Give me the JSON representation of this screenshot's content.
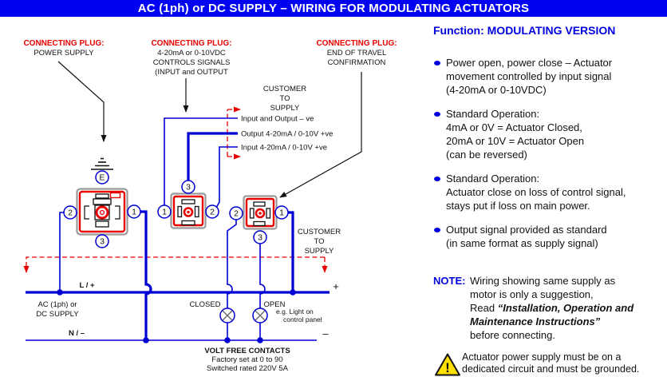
{
  "title_bar": {
    "text": "AC (1ph) or DC SUPPLY – WIRING FOR MODULATING ACTUATORS"
  },
  "colors": {
    "title_bar_blue": "#0202f2",
    "wire_blue": "#0000d4",
    "label_red": "#e60000",
    "heading_blue": "#0000e0",
    "warning_yellow": "#ffe000"
  },
  "diagram": {
    "plug_labels": {
      "power": {
        "heading": "CONNECTING PLUG:",
        "line1": "POWER SUPPLY"
      },
      "controls": {
        "heading": "CONNECTING PLUG:",
        "line1": "4-20mA or 0-10VDC",
        "line2": "CONTROLS SIGNALS",
        "line3": "(INPUT and OUTPUT"
      },
      "end_of_travel": {
        "heading": "CONNECTING PLUG:",
        "line1": "END OF TRAVEL",
        "line2": "CONFIRMATION"
      }
    },
    "customer_top": {
      "line1": "CUSTOMER",
      "line2": "TO",
      "line3": "SUPPLY"
    },
    "customer_right": {
      "line1": "CUSTOMER",
      "line2": "TO",
      "line3": "SUPPLY"
    },
    "signal_lines": {
      "neg": "Input and Output – ve",
      "output": "Output 4-20mA / 0-10V +ve",
      "input": "Input 4-20mA / 0-10V +ve"
    },
    "terminals": {
      "p1_top": "E",
      "p1_left": "2",
      "p1_right": "1",
      "p1_bottom": "3",
      "p2_left": "1",
      "p2_right": "2",
      "p2_top": "3",
      "p3_left": "2",
      "p3_right": "1",
      "p3_bottom": "3"
    },
    "supply": {
      "line_l": "L / +",
      "line_n": "N / –",
      "source_line1": "AC (1ph) or",
      "source_line2": "DC SUPPLY",
      "plus": "+",
      "minus": "–"
    },
    "contacts": {
      "closed": "CLOSED",
      "open": "OPEN",
      "hint_line1": "e.g. Light on",
      "hint_line2": "control panel",
      "footer_line1": "VOLT FREE CONTACTS",
      "footer_line2": "Factory set at 0 to 90",
      "footer_line3": "Switched rated 220V 5A"
    }
  },
  "function_panel": {
    "heading": "Function: MODULATING VERSION",
    "bullets": [
      {
        "lines": [
          "Power open, power close – Actuator",
          "movement controlled by input signal",
          "(4-20mA or 0-10VDC)"
        ]
      },
      {
        "lines": [
          "Standard Operation:",
          "4mA or 0V = Actuator Closed,",
          "20mA or 10V = Actuator Open",
          "(can be reversed)"
        ]
      },
      {
        "lines": [
          "Standard Operation:",
          "Actuator close on loss of control signal,",
          "stays put if loss on main power."
        ]
      },
      {
        "lines": [
          "Output signal provided as standard",
          "(in same format as supply signal)"
        ]
      }
    ]
  },
  "note": {
    "label": "NOTE:",
    "line1": "Wiring showing same supply as",
    "line2": "motor is only a suggestion,",
    "line3_prefix": "Read ",
    "line3_italic": "“Installation, Operation and",
    "line4_italic": "Maintenance Instructions”",
    "line5": "before connecting."
  },
  "warning": {
    "line1": "Actuator power supply must be on a",
    "line2": "dedicated circuit and must be grounded."
  }
}
